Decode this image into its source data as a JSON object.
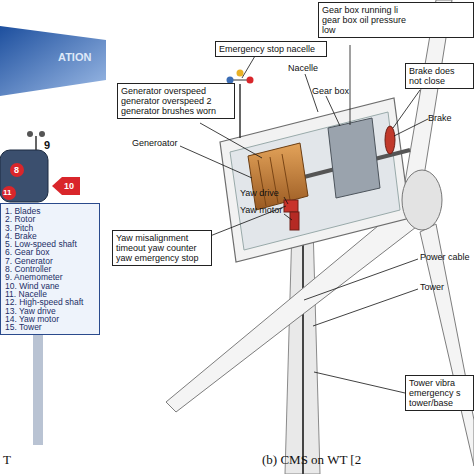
{
  "diagram": {
    "caption": "(b) CMS on WT [2",
    "nodes": [
      {
        "text": [
          "1. Blades",
          "2. Rotor",
          "3. Pitch",
          "4. Brake",
          "5. Low-speed shaft",
          "6. Gear box",
          "7. Generator",
          "8. Controller",
          "9. Anemometer",
          "10. Wind vane",
          "11. Nacelle",
          "12. High-speed shaft",
          "13. Yaw drive",
          "14. Yaw motor",
          "15. Tower"
        ]
      },
      {
        "text": [
          "Gear box running li gear box oil pressure low"
        ]
      },
      {
        "text": [
          "Emergency stop nacelle"
        ]
      },
      {
        "text": [
          "Brake does not close"
        ]
      },
      {
        "text": [
          "Generator overspeed generator overspeed 2 generator brushes worn"
        ]
      },
      {
        "text": [
          "Yaw misalignment timeout yaw counter yaw emergency stop"
        ]
      },
      {
        "text": [
          "Tower vibra emergency s tower/base"
        ]
      }
    ],
    "labels": [
      "ATION",
      "8",
      "9",
      "10",
      "11",
      "T",
      "Nacelle",
      "Gear box",
      "Brake",
      "Generoator",
      "Yaw drive",
      "Yaw motor",
      "Power cable",
      "Tower"
    ]
  }
}
